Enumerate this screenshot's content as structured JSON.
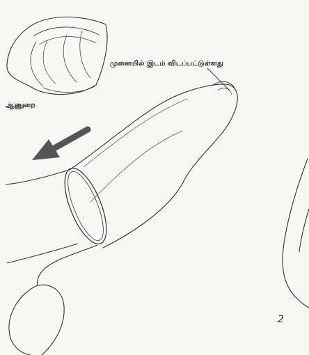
{
  "labels": {
    "tip_note": "முனையில் இடம் விடப்பட்டுள்ளது",
    "condom": "ஆணுறை"
  },
  "page_number": "2",
  "colors": {
    "background": "#f6f6f4",
    "ink": "#2f2f2f",
    "arrow": "#555555"
  }
}
